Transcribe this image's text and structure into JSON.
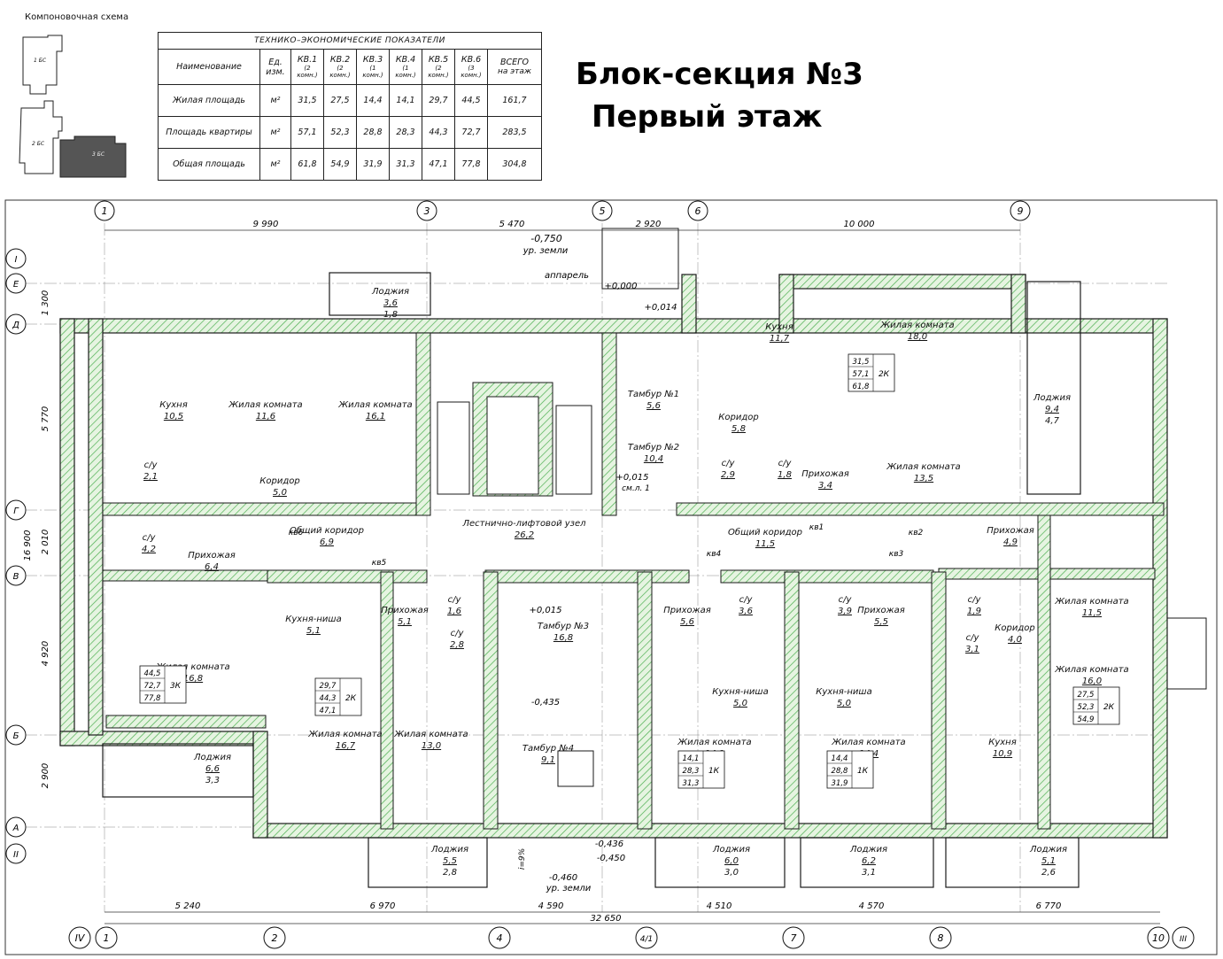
{
  "scheme": {
    "label": "Компоновочная схема",
    "blocks": [
      "1 БС",
      "2 БС",
      "3 БС"
    ]
  },
  "tep": {
    "title": "ТЕХНИКО–ЭКОНОМИЧЕСКИЕ ПОКАЗАТЕЛИ",
    "headers": [
      {
        "main": "Наименование",
        "sub": ""
      },
      {
        "main": "Ед. изм.",
        "sub": ""
      },
      {
        "main": "КВ.1",
        "sub": "(2 комн.)"
      },
      {
        "main": "КВ.2",
        "sub": "(2 комн.)"
      },
      {
        "main": "КВ.3",
        "sub": "(1 комн.)"
      },
      {
        "main": "КВ.4",
        "sub": "(1 комн.)"
      },
      {
        "main": "КВ.5",
        "sub": "(2 комн.)"
      },
      {
        "main": "КВ.6",
        "sub": "(3 комн.)"
      },
      {
        "main": "ВСЕГО",
        "sub": "на этаж"
      }
    ],
    "rows": [
      {
        "name": "Жилая площадь",
        "unit": "м²",
        "values": [
          "31,5",
          "27,5",
          "14,4",
          "14,1",
          "29,7",
          "44,5",
          "161,7"
        ]
      },
      {
        "name": "Площадь квартиры",
        "unit": "м²",
        "values": [
          "57,1",
          "52,3",
          "28,8",
          "28,3",
          "44,3",
          "72,7",
          "283,5"
        ]
      },
      {
        "name": "Общая площадь",
        "unit": "м²",
        "values": [
          "61,8",
          "54,9",
          "31,9",
          "31,3",
          "47,1",
          "77,8",
          "304,8"
        ]
      }
    ]
  },
  "title": {
    "line1": "Блок-секция №3",
    "line2": "Первый этаж"
  },
  "axes_top": [
    "1",
    "3",
    "5",
    "6",
    "9"
  ],
  "axes_bottom": [
    "IV",
    "1",
    "2",
    "4",
    "4/1",
    "7",
    "8",
    "10",
    "III"
  ],
  "axes_left": [
    "I",
    "Е",
    "Д",
    "Г",
    "В",
    "Б",
    "А",
    "II"
  ],
  "dims_top": [
    "9 990",
    "5 470",
    "2 920",
    "10 000"
  ],
  "dims_bottom": [
    "5 240",
    "6 970",
    "4 590",
    "4 510",
    "4 570",
    "6 770"
  ],
  "dim_total": "32 650",
  "dims_left": [
    "1 300",
    "5 770",
    "2 010",
    "4 920",
    "2 900"
  ],
  "dim_left_total": "16 900",
  "levels": {
    "ground_top": "-0,750",
    "ground_top_label": "ур. земли",
    "apparel": "аппарель",
    "zero": "+0,000",
    "p014": "+0,014",
    "p015a": "+0,015",
    "p015b": "+0,015",
    "m435": "-0,435",
    "m436": "-0,436",
    "m450": "-0,450",
    "m460": "-0,460",
    "ground_bottom_label": "ур. земли",
    "slope": "i=9%"
  },
  "rooms": [
    {
      "name": "Кухня",
      "area": "10,5"
    },
    {
      "name": "Жилая комната",
      "area": "11,6"
    },
    {
      "name": "Жилая комната",
      "area": "16,1"
    },
    {
      "name": "Лоджия",
      "area": "3,6",
      "area2": "1,8"
    },
    {
      "name": "Тамбур №1",
      "area": "5,6"
    },
    {
      "name": "Тамбур №2",
      "area": "10,4"
    },
    {
      "name": "Кухня",
      "area": "11,7"
    },
    {
      "name": "Жилая комната",
      "area": "18,0"
    },
    {
      "name": "Лоджия",
      "area": "9,4",
      "area2": "4,7"
    },
    {
      "name": "Коридор",
      "area": "5,8"
    },
    {
      "name": "с/у",
      "area": "2,9"
    },
    {
      "name": "с/у",
      "area": "1,8"
    },
    {
      "name": "Прихожая",
      "area": "3,4"
    },
    {
      "name": "Жилая комната",
      "area": "13,5"
    },
    {
      "name": "с/у",
      "area": "2,1"
    },
    {
      "name": "Коридор",
      "area": "5,0"
    },
    {
      "name": "с/у",
      "area": "4,2"
    },
    {
      "name": "Прихожая",
      "area": "6,4"
    },
    {
      "name": "Общий коридор",
      "area": "6,9"
    },
    {
      "name": "Лестнично-лифтовой узел",
      "area": "26,2"
    },
    {
      "name": "Общий коридор",
      "area": "11,5"
    },
    {
      "name": "Прихожая",
      "area": "4,9"
    },
    {
      "name": "Кухня-ниша",
      "area": "5,1"
    },
    {
      "name": "Прихожая",
      "area": "5,1"
    },
    {
      "name": "с/у",
      "area": "1,6"
    },
    {
      "name": "с/у",
      "area": "2,8"
    },
    {
      "name": "Тамбур №3",
      "area": "16,8"
    },
    {
      "name": "Прихожая",
      "area": "5,6"
    },
    {
      "name": "с/у",
      "area": "3,6"
    },
    {
      "name": "с/у",
      "area": "3,9"
    },
    {
      "name": "Прихожая",
      "area": "5,5"
    },
    {
      "name": "с/у",
      "area": "1,9"
    },
    {
      "name": "Жилая комната",
      "area": "11,5"
    },
    {
      "name": "с/у",
      "area": "3,1"
    },
    {
      "name": "Коридор",
      "area": "4,0"
    },
    {
      "name": "Жилая комната",
      "area": "16,8"
    },
    {
      "name": "Кухня-ниша",
      "area": "5,0"
    },
    {
      "name": "Кухня-ниша",
      "area": "5,0"
    },
    {
      "name": "Жилая комната",
      "area": "16,0"
    },
    {
      "name": "Жилая комната",
      "area": "16,7"
    },
    {
      "name": "Жилая комната",
      "area": "13,0"
    },
    {
      "name": "Тамбур №4",
      "area": "9,1"
    },
    {
      "name": "Жилая комната",
      "area": "14,1"
    },
    {
      "name": "Жилая комната",
      "area": "14,4"
    },
    {
      "name": "Кухня",
      "area": "10,9"
    },
    {
      "name": "Лоджия",
      "area": "6,6",
      "area2": "3,3"
    },
    {
      "name": "Лоджия",
      "area": "5,5",
      "area2": "2,8"
    },
    {
      "name": "Лоджия",
      "area": "6,0",
      "area2": "3,0"
    },
    {
      "name": "Лоджия",
      "area": "6,2",
      "area2": "3,1"
    },
    {
      "name": "Лоджия",
      "area": "5,1",
      "area2": "2,6"
    }
  ],
  "apt_marks": [
    {
      "v1": "31,5",
      "v2": "57,1",
      "v3": "61,8",
      "type": "2К"
    },
    {
      "v1": "44,5",
      "v2": "72,7",
      "v3": "77,8",
      "type": "3К"
    },
    {
      "v1": "29,7",
      "v2": "44,3",
      "v3": "47,1",
      "type": "2К"
    },
    {
      "v1": "14,1",
      "v2": "28,3",
      "v3": "31,3",
      "type": "1К"
    },
    {
      "v1": "14,4",
      "v2": "28,8",
      "v3": "31,9",
      "type": "1К"
    },
    {
      "v1": "27,5",
      "v2": "52,3",
      "v3": "54,9",
      "type": "2К"
    }
  ],
  "tags": [
    "кв6",
    "кв5",
    "кв4",
    "кв1",
    "кв2",
    "кв3",
    "см.л. 1"
  ],
  "colors": {
    "wall_hatch": "#4caf50",
    "wall_line": "#1a1a1a",
    "riser": "#cc0000",
    "highlight_block": "#555555"
  }
}
